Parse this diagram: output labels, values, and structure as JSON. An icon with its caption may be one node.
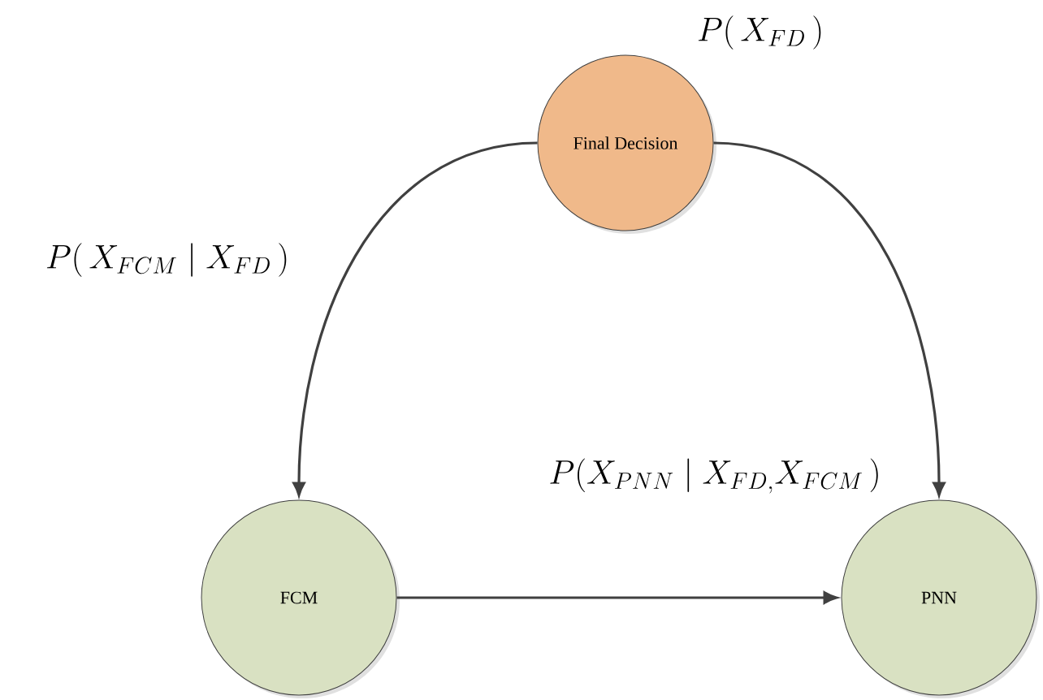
{
  "diagram": {
    "nodes": [
      {
        "text": [
          "Final Decision"
        ]
      },
      {
        "text": [
          "FCM"
        ]
      },
      {
        "text": [
          "PNN"
        ]
      }
    ],
    "edges": [
      {
        "from": 0,
        "to": 1,
        "arrow": "to"
      },
      {
        "from": 0,
        "to": 2,
        "arrow": "to"
      },
      {
        "from": 1,
        "to": 2,
        "arrow": "to"
      }
    ],
    "labels": [
      "P(\\,X_{FD}\\,)",
      "P(\\,X_{FCM}\\mid X_{FD}\\,)",
      "P(X_{PNN}\\mid X_{FD,}X_{FCM}\\,)"
    ]
  }
}
